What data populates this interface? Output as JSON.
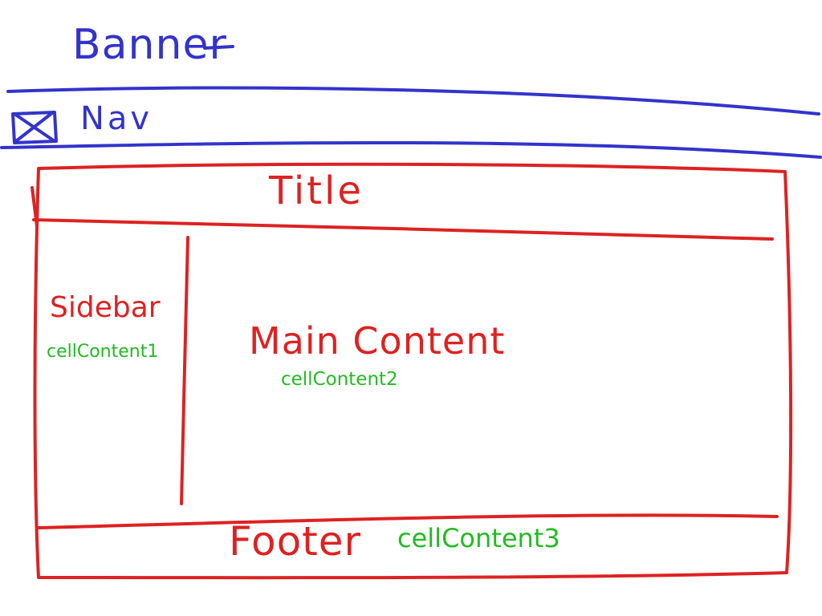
{
  "banner": {
    "label": "Banner"
  },
  "nav": {
    "label": "Nav",
    "icon": "close-box-icon"
  },
  "title": {
    "label": "Title"
  },
  "sidebar": {
    "label": "Sidebar",
    "cell": "cellContent1"
  },
  "main": {
    "label": "Main Content",
    "cell": "cellContent2"
  },
  "footer": {
    "label": "Footer",
    "cell": "cellContent3"
  },
  "colors": {
    "blue_ink": "#3333cc",
    "red_ink": "#dd2222",
    "green_ink": "#22bb22"
  }
}
